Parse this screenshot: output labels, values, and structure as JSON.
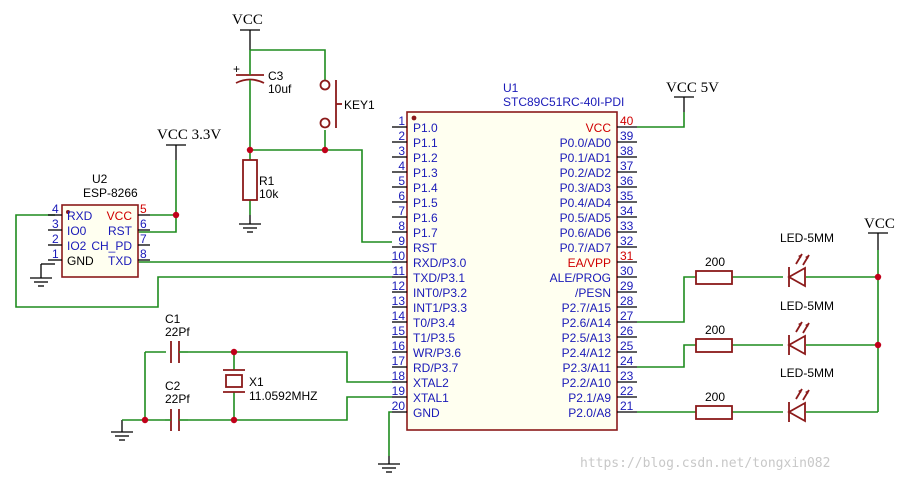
{
  "power_labels": {
    "vcc_top": "VCC",
    "vcc_33": "VCC 3.3V",
    "vcc_5v": "VCC 5V",
    "vcc_right": "VCC"
  },
  "components": {
    "c3": {
      "ref": "C3",
      "value": "10uf",
      "polarity": "+"
    },
    "key1": {
      "ref": "KEY1"
    },
    "r1": {
      "ref": "R1",
      "value": "10k"
    },
    "u2": {
      "ref": "U2",
      "part": "ESP-8266"
    },
    "u1": {
      "ref": "U1",
      "part": "STC89C51RC-40I-PDI"
    },
    "c1": {
      "ref": "C1",
      "value": "22Pf"
    },
    "c2": {
      "ref": "C2",
      "value": "22Pf"
    },
    "x1": {
      "ref": "X1",
      "value": "11.0592MHZ"
    },
    "r_led1": {
      "value": "200"
    },
    "r_led2": {
      "value": "200"
    },
    "r_led3": {
      "value": "200"
    },
    "led1": {
      "label": "LED-5MM"
    },
    "led2": {
      "label": "LED-5MM"
    },
    "led3": {
      "label": "LED-5MM"
    }
  },
  "u2_pins": [
    {
      "num": "4",
      "name": "RXD"
    },
    {
      "num": "3",
      "name": "IO0"
    },
    {
      "num": "2",
      "name": "IO2"
    },
    {
      "num": "1",
      "name": "GND"
    },
    {
      "num": "5",
      "name": "VCC"
    },
    {
      "num": "6",
      "name": "RST"
    },
    {
      "num": "7",
      "name": "CH_PD"
    },
    {
      "num": "8",
      "name": "TXD"
    }
  ],
  "u1_left_pins": [
    {
      "num": "1",
      "name": "P1.0"
    },
    {
      "num": "2",
      "name": "P1.1"
    },
    {
      "num": "3",
      "name": "P1.2"
    },
    {
      "num": "4",
      "name": "P1.3"
    },
    {
      "num": "5",
      "name": "P1.4"
    },
    {
      "num": "6",
      "name": "P1.5"
    },
    {
      "num": "7",
      "name": "P1.6"
    },
    {
      "num": "8",
      "name": "P1.7"
    },
    {
      "num": "9",
      "name": "RST"
    },
    {
      "num": "10",
      "name": "RXD/P3.0"
    },
    {
      "num": "11",
      "name": "TXD/P3.1"
    },
    {
      "num": "12",
      "name": "INT0/P3.2"
    },
    {
      "num": "13",
      "name": "INT1/P3.3"
    },
    {
      "num": "14",
      "name": "T0/P3.4"
    },
    {
      "num": "15",
      "name": "T1/P3.5"
    },
    {
      "num": "16",
      "name": "WR/P3.6"
    },
    {
      "num": "17",
      "name": "RD/P3.7"
    },
    {
      "num": "18",
      "name": "XTAL2"
    },
    {
      "num": "19",
      "name": "XTAL1"
    },
    {
      "num": "20",
      "name": "GND"
    }
  ],
  "u1_right_pins": [
    {
      "num": "40",
      "name": "VCC",
      "red": true
    },
    {
      "num": "39",
      "name": "P0.0/AD0"
    },
    {
      "num": "38",
      "name": "P0.1/AD1"
    },
    {
      "num": "37",
      "name": "P0.2/AD2"
    },
    {
      "num": "36",
      "name": "P0.3/AD3"
    },
    {
      "num": "35",
      "name": "P0.4/AD4"
    },
    {
      "num": "34",
      "name": "P0.5/AD5"
    },
    {
      "num": "33",
      "name": "P0.6/AD6"
    },
    {
      "num": "32",
      "name": "P0.7/AD7"
    },
    {
      "num": "31",
      "name": "EA/VPP",
      "red": true
    },
    {
      "num": "30",
      "name": "ALE/PROG"
    },
    {
      "num": "29",
      "name": "/PESN"
    },
    {
      "num": "28",
      "name": "P2.7/A15"
    },
    {
      "num": "27",
      "name": "P2.6/A14"
    },
    {
      "num": "26",
      "name": "P2.5/A13"
    },
    {
      "num": "25",
      "name": "P2.4/A12"
    },
    {
      "num": "24",
      "name": "P2.3/A11"
    },
    {
      "num": "23",
      "name": "P2.2/A10"
    },
    {
      "num": "22",
      "name": "P2.1/A9"
    },
    {
      "num": "21",
      "name": "P2.0/A8"
    }
  ],
  "watermark": "https://blog.csdn.net/tongxin082"
}
